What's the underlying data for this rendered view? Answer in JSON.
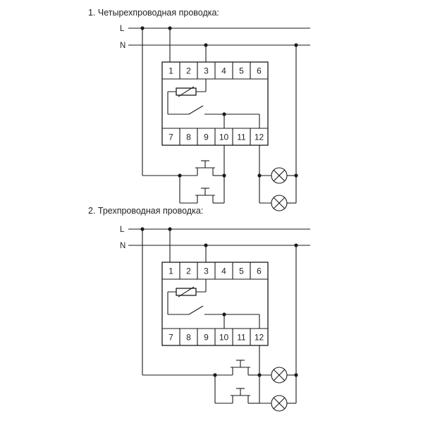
{
  "section1": {
    "title": "1. Четырехпроводная проводка:",
    "line_l": "L",
    "line_n": "N",
    "terminals_top": [
      "1",
      "2",
      "3",
      "4",
      "5",
      "6"
    ],
    "terminals_bottom": [
      "7",
      "8",
      "9",
      "10",
      "11",
      "12"
    ]
  },
  "section2": {
    "title": "2. Трехпроводная проводка:",
    "line_l": "L",
    "line_n": "N",
    "terminals_top": [
      "1",
      "2",
      "3",
      "4",
      "5",
      "6"
    ],
    "terminals_bottom": [
      "7",
      "8",
      "9",
      "10",
      "11",
      "12"
    ]
  }
}
